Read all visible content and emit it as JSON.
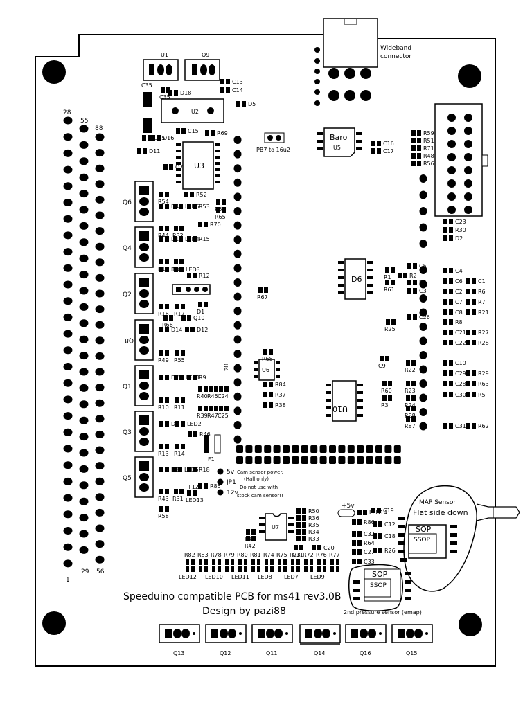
{
  "board": {
    "title": "Speeduino compatible PCB for ms41 rev3.0B",
    "author": "Design by pazi88",
    "wideband": [
      "Wideband",
      "connector"
    ],
    "baro": "Baro",
    "pb7": "PB7 to 16u2",
    "map_sensor": "MAP Sensor",
    "flat_side": "Flat side down",
    "second_sensor": "2nd pressure sensor (emap)",
    "sop": "SOP",
    "ssop": "SSOP",
    "plus5v": "+5v",
    "cam_5v": "5v",
    "cam_line1": "Cam sensor power.",
    "cam_line2": "(Hall only)",
    "cam_line3": "Do not use with",
    "cam_line4": "stock cam sensor!!",
    "jp1": "JP1",
    "cam_12v": "12v",
    "plus12v": "+12v"
  },
  "pin_numbers": {
    "left_col_top": "28",
    "mid_col_top": "55",
    "right_col_top": "88",
    "left_col_bottom": "1",
    "mid_col_bottom": "29",
    "right_col_bottom": "56"
  },
  "chips": {
    "u1": "U1",
    "q9": "Q9",
    "u2": "U2",
    "u3": "U3",
    "u4": "U4",
    "u5": "U5",
    "u6": "U6",
    "u7": "U7",
    "d6": "D6",
    "u10": "U10",
    "f1": "F1"
  },
  "left_labels": [
    "Q6",
    "Q4",
    "Q2",
    "Q8",
    "Q1",
    "Q3",
    "Q5"
  ],
  "bottom_labels": [
    "Q13",
    "Q12",
    "Q11",
    "Q14",
    "Q16",
    "Q15"
  ],
  "parts": [
    "C35",
    "D18",
    "C13",
    "C14",
    "D5",
    "C15",
    "R69",
    "D15",
    "D16",
    "D11",
    "Q7",
    "R54",
    "R52",
    "R57",
    "R65",
    "D4",
    "LED6",
    "R53",
    "R44",
    "R32",
    "R70",
    "D10",
    "LED4",
    "R15",
    "R19",
    "R20",
    "D9",
    "LED3",
    "R12",
    "R16",
    "R17",
    "D1",
    "R66",
    "Q10",
    "D14",
    "D12",
    "R49",
    "R55",
    "D7",
    "LED1",
    "R9",
    "R10",
    "R11",
    "R40",
    "R45",
    "C24",
    "R39",
    "R47",
    "C25",
    "D8",
    "LED2",
    "R46",
    "R13",
    "R14",
    "D3",
    "LED5",
    "R18",
    "R43",
    "R31",
    "R85",
    "LED13",
    "R58",
    "R67",
    "R68",
    "R84",
    "R37",
    "R38",
    "C16",
    "C17",
    "R59",
    "R51",
    "R71",
    "R48",
    "R56",
    "C23",
    "R30",
    "D2",
    "R1",
    "C5",
    "R2",
    "R61",
    "R4",
    "C3",
    "C4",
    "C6",
    "C1",
    "C2",
    "R6",
    "C7",
    "R7",
    "C8",
    "R21",
    "R8",
    "C26",
    "R25",
    "C21",
    "R27",
    "C22",
    "R28",
    "C9",
    "R22",
    "C10",
    "C29",
    "R29",
    "C28",
    "R63",
    "R60",
    "R23",
    "C30",
    "R5",
    "R3",
    "R24",
    "R88",
    "R87",
    "C31",
    "R62",
    "LED14",
    "C19",
    "R86",
    "C12",
    "C32",
    "C18",
    "R64",
    "R26",
    "C27",
    "C33",
    "R50",
    "R36",
    "R35",
    "R34",
    "R33",
    "R41",
    "R42",
    "C11",
    "C20",
    "R82",
    "R83",
    "R78",
    "R79",
    "R80",
    "R81",
    "R74",
    "R75",
    "R73",
    "R72",
    "R76",
    "R77",
    "LED12",
    "LED10",
    "LED11",
    "LED8",
    "LED7",
    "LED9"
  ]
}
